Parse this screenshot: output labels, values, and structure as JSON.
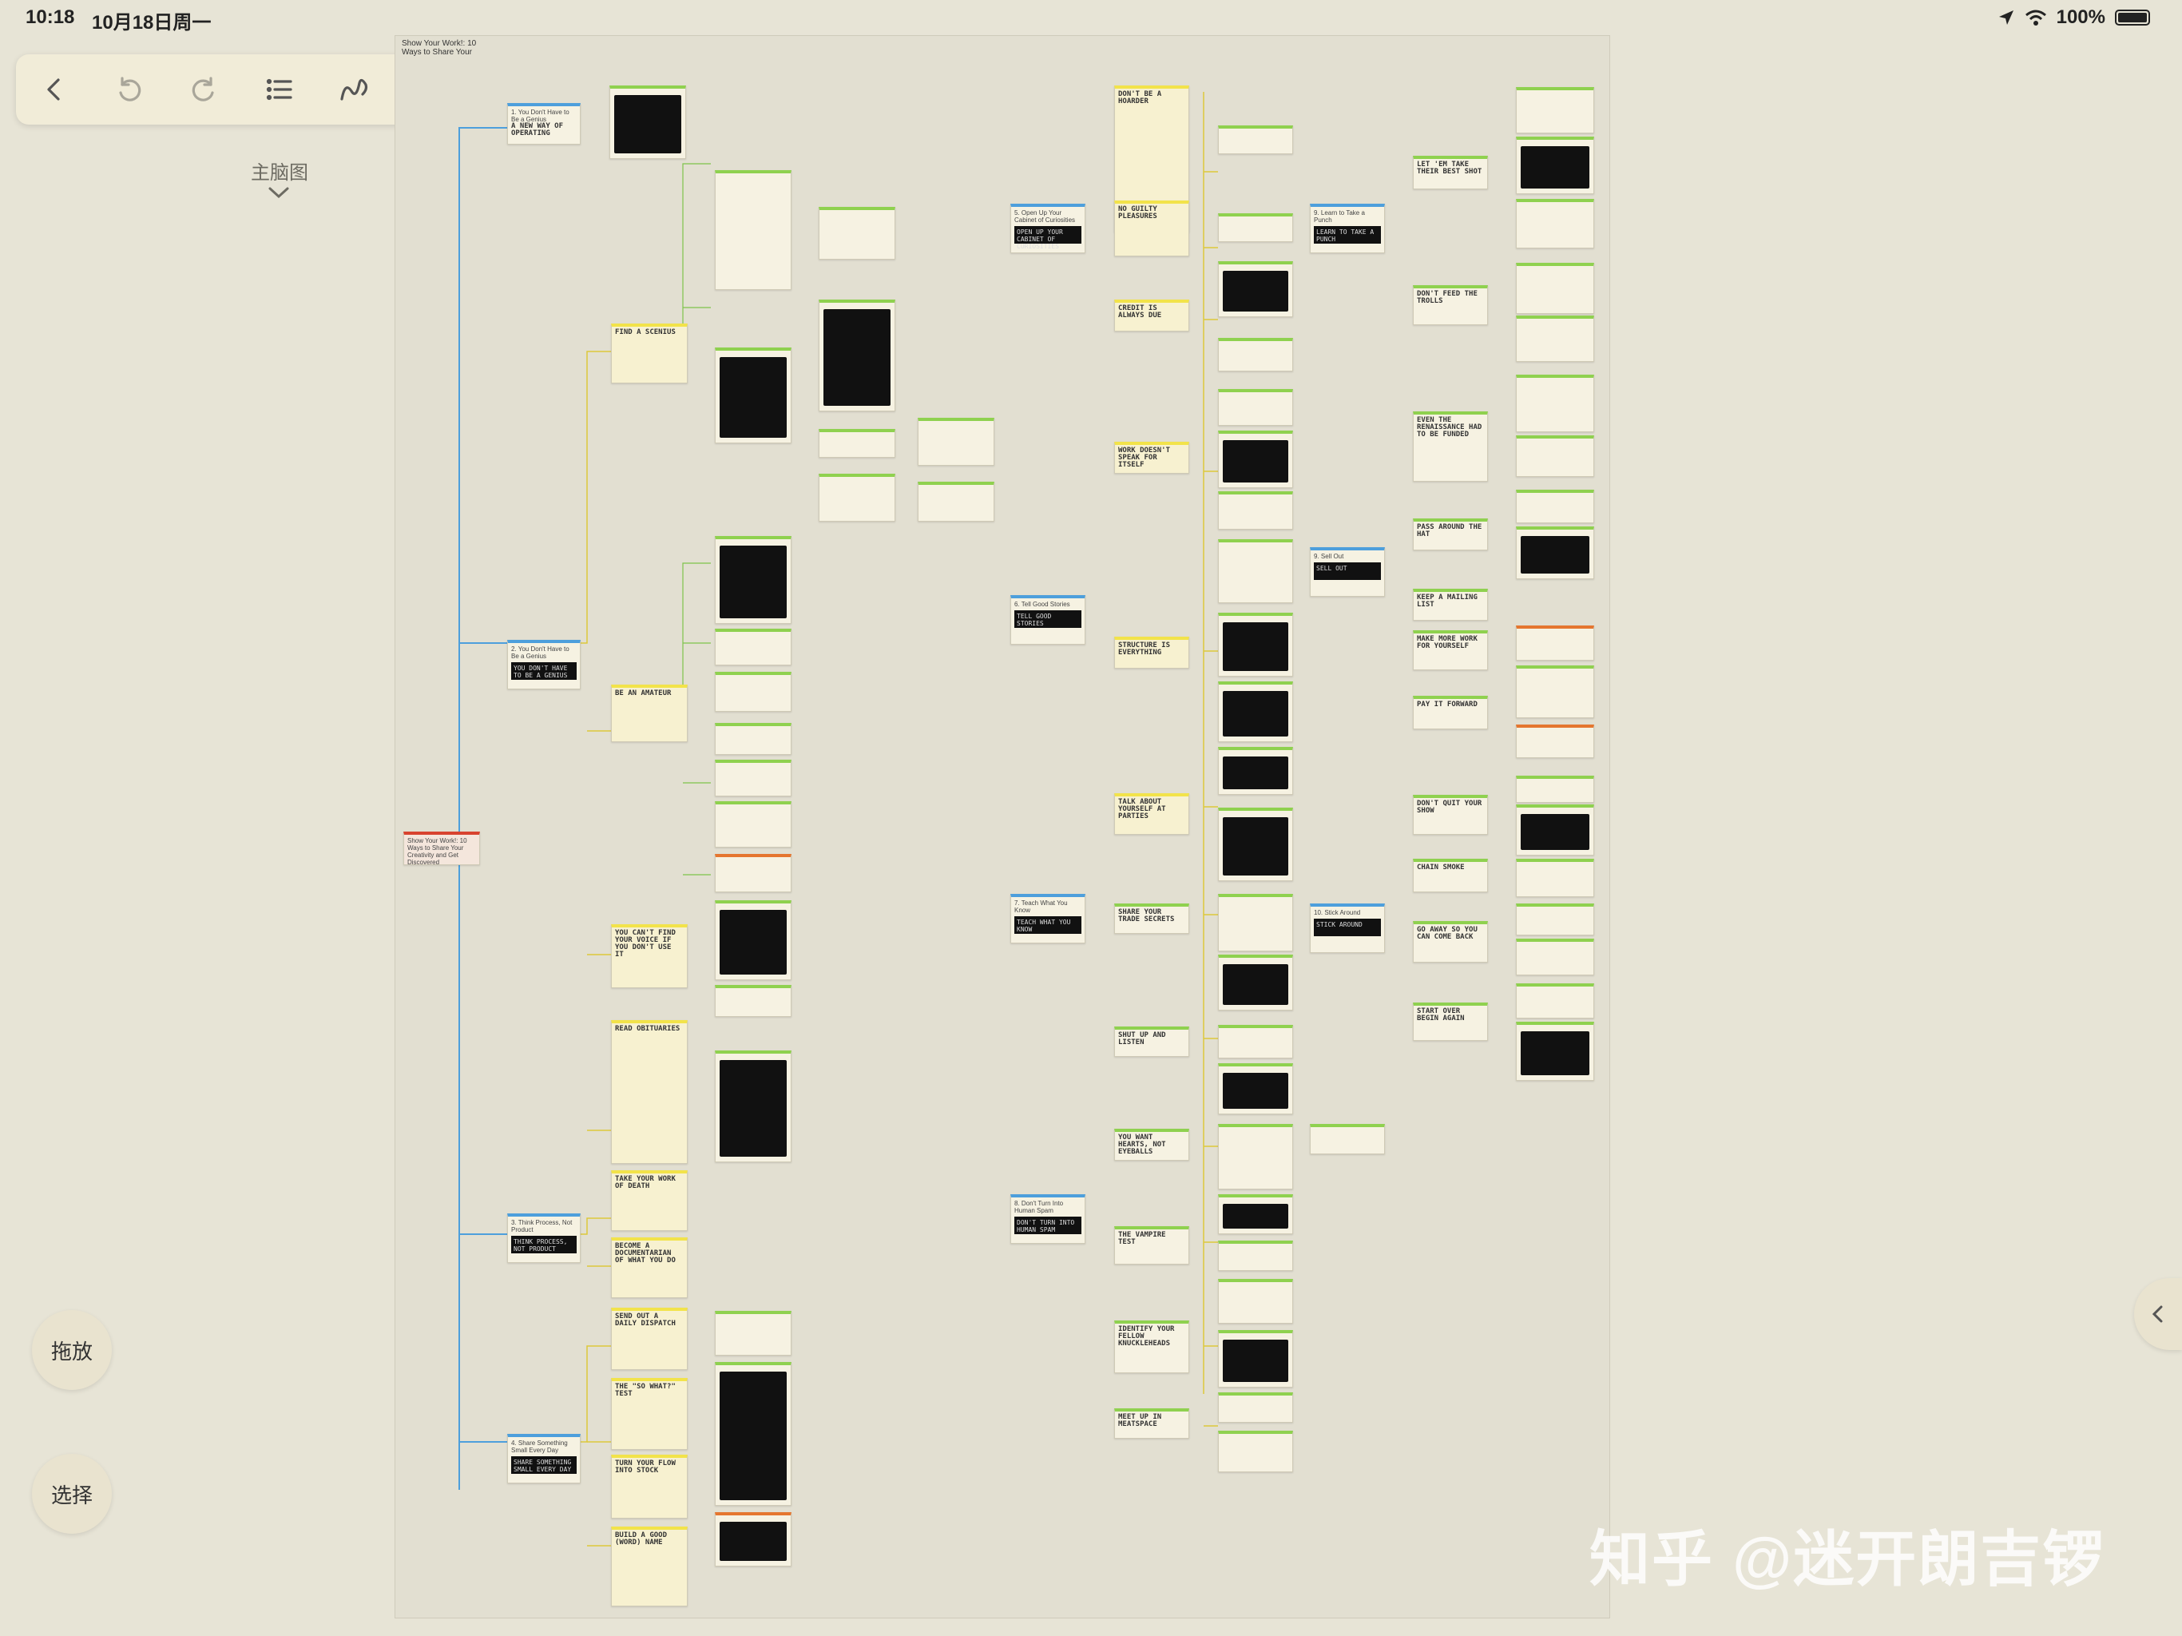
{
  "status": {
    "time": "10:18",
    "date": "10月18日周一",
    "battery": "100%"
  },
  "toolbar": {
    "back_icon": "chevron-left",
    "undo_icon": "undo",
    "redo_icon": "redo",
    "outline_icon": "list",
    "draw_icon": "squiggle",
    "share_icon": "share",
    "more_icon": "ellipsis"
  },
  "document": {
    "label": "主脑图"
  },
  "canvas": {
    "title": "Show Your Work!: 10 Ways to Share Your"
  },
  "root": "Show Your Work!: 10 Ways to Share Your Creativity and Get Discovered",
  "branches_left": [
    {
      "title": "1. You Don't Have to Be a Genius",
      "sub": "A NEW WAY OF OPERATING"
    },
    {
      "title": "2. You Don't Have to Be a Genius",
      "sub": "YOU DON'T HAVE TO BE A GENIUS"
    },
    {
      "title": "3. Think Process, Not Product",
      "sub": "THINK PROCESS, NOT PRODUCT"
    },
    {
      "title": "4. Share Something Small Every Day",
      "sub": "SHARE SOMETHING SMALL EVERY DAY"
    }
  ],
  "branches_right": [
    {
      "title": "5. Open Up Your Cabinet of Curiosities",
      "sub": "OPEN UP YOUR CABINET OF CURIOSITIES"
    },
    {
      "title": "6. Tell Good Stories",
      "sub": "TELL GOOD STORIES"
    },
    {
      "title": "7. Teach What You Know",
      "sub": "TEACH WHAT YOU KNOW"
    },
    {
      "title": "8. Don't Turn Into Human Spam",
      "sub": "DON'T TURN INTO HUMAN SPAM"
    },
    {
      "title": "9. Learn to Take a Punch",
      "sub": "LEARN TO TAKE A PUNCH"
    },
    {
      "title": "9. Sell Out",
      "sub": "SELL OUT"
    },
    {
      "title": "10. Stick Around",
      "sub": "STICK AROUND"
    }
  ],
  "subtopics_left": [
    "FIND A SCENIUS",
    "BE AN AMATEUR",
    "YOU CAN'T FIND YOUR VOICE IF YOU DON'T USE IT",
    "READ OBITUARIES",
    "TAKE YOUR WORK OF DEATH",
    "BECOME A DOCUMENTARIAN OF WHAT YOU DO",
    "SEND OUT A DAILY DISPATCH",
    "THE \"SO WHAT?\" TEST",
    "TURN YOUR FLOW INTO STOCK",
    "BUILD A GOOD (WORD) NAME"
  ],
  "subtopics_right": [
    "DON'T BE A HOARDER",
    "NO GUILTY PLEASURES",
    "CREDIT IS ALWAYS DUE",
    "WORK DOESN'T SPEAK FOR ITSELF",
    "STRUCTURE IS EVERYTHING",
    "TALK ABOUT YOURSELF AT PARTIES",
    "SHARE YOUR TRADE SECRETS",
    "SHUT UP AND LISTEN",
    "YOU WANT HEARTS, NOT EYEBALLS",
    "THE VAMPIRE TEST",
    "IDENTIFY YOUR FELLOW KNUCKLEHEADS",
    "MEET UP IN MEATSPACE"
  ],
  "subtopics_far": [
    "LET 'EM TAKE THEIR BEST SHOT",
    "DON'T FEED THE TROLLS",
    "EVEN THE RENAISSANCE HAD TO BE FUNDED",
    "PASS AROUND THE HAT",
    "KEEP A MAILING LIST",
    "MAKE MORE WORK FOR YOURSELF",
    "PAY IT FORWARD",
    "DON'T QUIT YOUR SHOW",
    "CHAIN SMOKE",
    "GO AWAY SO YOU CAN COME BACK",
    "START OVER BEGIN AGAIN"
  ],
  "side_buttons": {
    "drag": "拖放",
    "select": "选择"
  },
  "watermark": "知乎 @迷开朗吉锣"
}
